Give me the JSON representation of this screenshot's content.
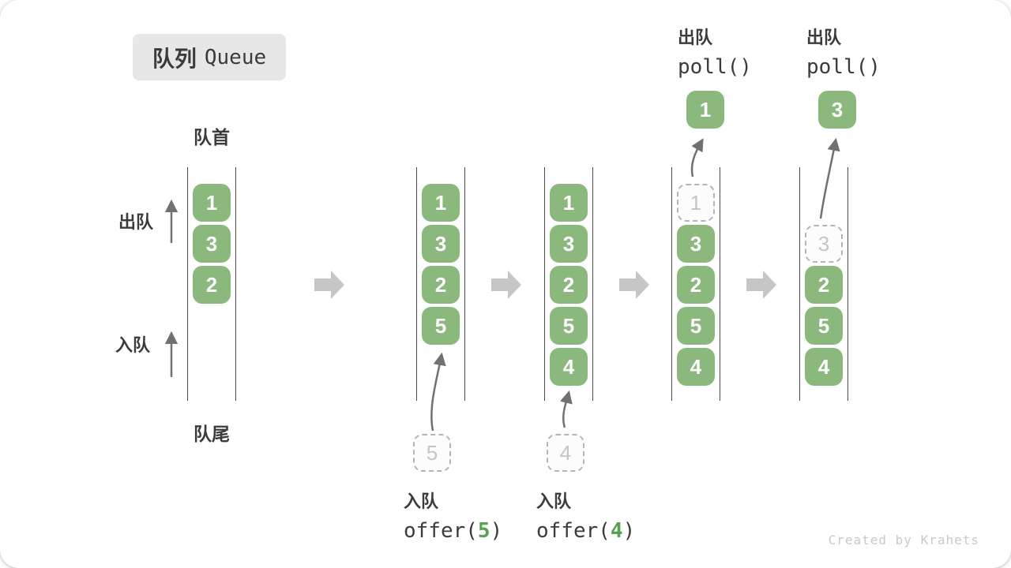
{
  "title": {
    "zh": "队列",
    "en": "Queue"
  },
  "labels": {
    "front": "队首",
    "rear": "队尾",
    "dequeue": "出队",
    "enqueue": "入队",
    "credit": "Created by Krahets"
  },
  "colors": {
    "box_green": "#8bb97d",
    "accent_green": "#55a14e",
    "ghost_gray": "#c5c5c5",
    "arrow_gray": "#c6c6c6",
    "ink": "#3b3b3b"
  },
  "ops": {
    "enqueue5": {
      "label": "入队",
      "fn": "offer(",
      "arg": "5",
      "close": ")"
    },
    "enqueue4": {
      "label": "入队",
      "fn": "offer(",
      "arg": "4",
      "close": ")"
    },
    "poll1": {
      "label": "出队",
      "code": "poll()"
    },
    "poll2": {
      "label": "出队",
      "code": "poll()"
    }
  },
  "states": [
    {
      "name": "initial",
      "items": [
        "1",
        "3",
        "2"
      ]
    },
    {
      "name": "after-offer-5",
      "items": [
        "1",
        "3",
        "2",
        "5"
      ],
      "incoming": "5"
    },
    {
      "name": "after-offer-4",
      "items": [
        "1",
        "3",
        "2",
        "5",
        "4"
      ],
      "incoming": "4"
    },
    {
      "name": "after-poll-1",
      "items": [
        "3",
        "2",
        "5",
        "4"
      ],
      "ghost": "1",
      "out": "1"
    },
    {
      "name": "after-poll-3",
      "items": [
        "2",
        "5",
        "4"
      ],
      "ghost": "3",
      "out": "3"
    }
  ]
}
